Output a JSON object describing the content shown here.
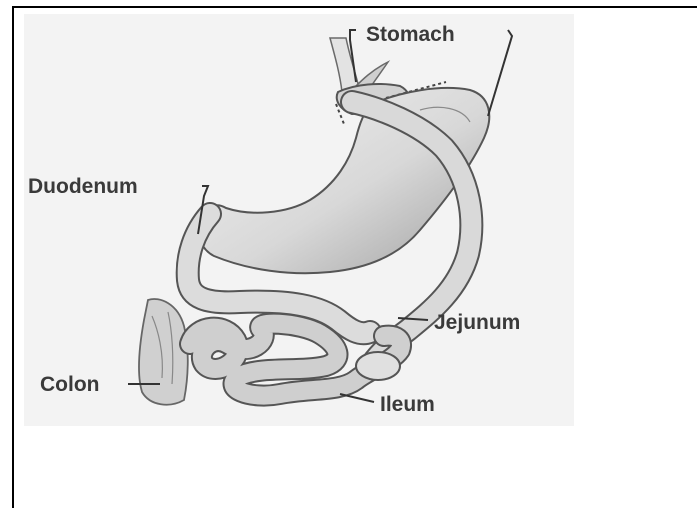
{
  "diagram": {
    "labels": {
      "stomach": "Stomach",
      "duodenum": "Duodenum",
      "jejunum": "Jejunum",
      "colon": "Colon",
      "ileum": "Ileum"
    },
    "colors": {
      "organ_fill": "#d6d6d6",
      "organ_shadow": "#a9a9a9",
      "outline": "#555555",
      "label_text": "#3a3a3a",
      "background_texture": "#f1f1f1"
    }
  }
}
